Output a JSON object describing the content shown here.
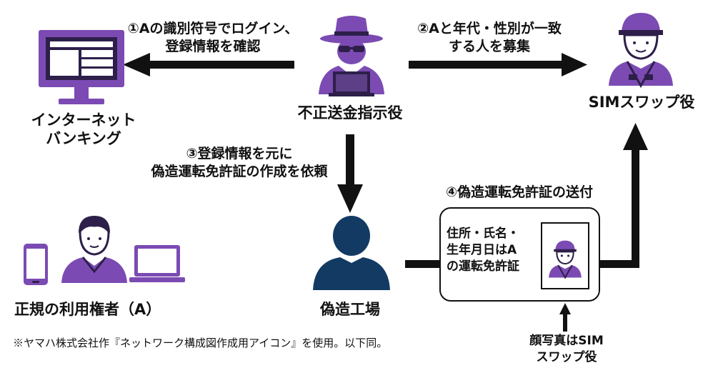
{
  "nodes": {
    "banking": "インターネット\nバンキング",
    "fraud_leader": "不正送金指示役",
    "sim_swap": "SIMスワップ役",
    "forgery": "偽造工場",
    "legit_user": "正規の利用権者（A）"
  },
  "steps": {
    "step1": "①Aの識別符号でログイン、\n登録情報を確認",
    "step2": "②Aと年代・性別が一致\nする人を募集",
    "step3": "③登録情報を元に\n偽造運転免許証の作成を依頼",
    "step4": "④偽造運転免許証の送付"
  },
  "license_card": {
    "text": "住所・氏名・\n生年月日はA\nの運転免許証"
  },
  "photo_note": "顔写真はSIM\nスワップ役",
  "footnote": "※ヤマハ株式会社作『ネットワーク構成図作成用アイコン』を使用。以下同。",
  "colors": {
    "purple": "#7b4bb3",
    "dark_purple": "#2e1f4a",
    "navy": "#123a63",
    "arrow": "#111111"
  },
  "icons": [
    "monitor-icon",
    "hacker-icon",
    "worker-icon",
    "person-icon",
    "smartphone-icon",
    "laptop-icon"
  ]
}
